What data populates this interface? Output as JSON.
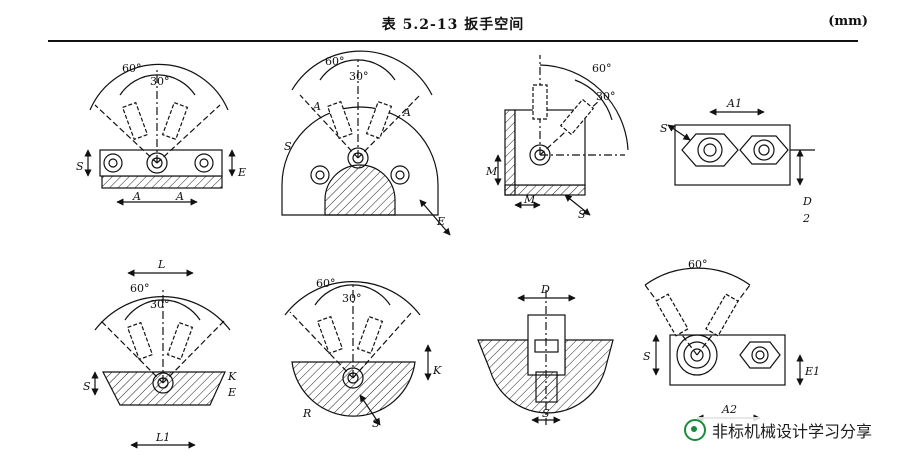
{
  "header": {
    "title": "表 5.2-13   扳手空间",
    "unit": "(mm)"
  },
  "panels": [
    {
      "labels": [
        "60°",
        "30°",
        "S",
        "E",
        "A",
        "A"
      ]
    },
    {
      "labels": [
        "60°",
        "30°",
        "A",
        "A",
        "S",
        "E"
      ]
    },
    {
      "labels": [
        "60°",
        "30°",
        "M",
        "M",
        "S"
      ]
    },
    {
      "labels": [
        "A1",
        "S",
        "D",
        "2"
      ]
    },
    {
      "labels": [
        "L",
        "60°",
        "30°",
        "S",
        "E",
        "K",
        "L1"
      ]
    },
    {
      "labels": [
        "60°",
        "30°",
        "K",
        "R",
        "S"
      ]
    },
    {
      "labels": [
        "D",
        "S"
      ]
    },
    {
      "labels": [
        "60°",
        "S",
        "E1",
        "A2"
      ]
    }
  ],
  "watermark": {
    "text": "非标机械设计学习分享",
    "icon": "wechat-public-account-icon"
  }
}
